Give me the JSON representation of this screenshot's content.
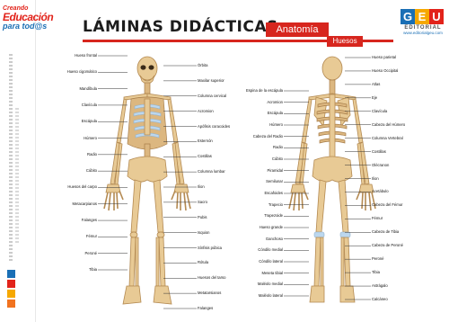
{
  "brand": {
    "line1": "Creando",
    "line2": "Educación",
    "line3": "para tod@s"
  },
  "header": {
    "title": "LÁMINAS DIDÁCTICAS",
    "category": "Anatomía",
    "subcategory": "Huesos"
  },
  "logo": {
    "letters": [
      "G",
      "E",
      "U"
    ],
    "editorial": "EDITORIAL",
    "web": "www.editorialgeu.com"
  },
  "colors": {
    "accent": "#d7261e",
    "brand_blue": "#1a6fb5",
    "bone": "#e8ca95",
    "cartilage": "#bcd7ee"
  },
  "front_labels_left": [
    "Hueso frontal",
    "Hueso cigomático",
    "Mandíbula",
    "Clavícula",
    "Escápula",
    "Húmero",
    "Radio",
    "Cúbito",
    "Huesos del carpo",
    "Metacarpianos",
    "Falanges",
    "Fémur",
    "Peroné",
    "Tibia"
  ],
  "front_labels_right": [
    "Órbita",
    "Maxilar superior",
    "Columna cervical",
    "Acromion",
    "Apófisis coracoides",
    "Esternón",
    "Costillas",
    "Columna lumbar",
    "Ilion",
    "Sacro",
    "Pubis",
    "Isquion",
    "Sínfisis púbica",
    "Rótula",
    "Huesos del tarso",
    "Metatarsianos",
    "Falanges"
  ],
  "back_labels_left": [
    "Espina de la escápula",
    "Acromion",
    "Escápula",
    "Húmero",
    "Cabeza del Radio",
    "Radio",
    "Cúbito",
    "Piramidal",
    "Semilunar",
    "Escafoides",
    "Trapecio",
    "Trapezoide",
    "Hueso grande",
    "Ganchoso",
    "Cóndilo medial",
    "Cóndilo lateral",
    "Meseta tibial",
    "Maléolo medial",
    "Maléolo lateral"
  ],
  "back_labels_right": [
    "Hueso parietal",
    "Hueso Occipital",
    "Atlas",
    "Eje",
    "Clavícula",
    "Cabeza del Húmero",
    "Columna Vertebral",
    "Costillas",
    "Olécranon",
    "Ilion",
    "Acetábulo",
    "Cabeza del Fémur",
    "Fémur",
    "Cabeza de Tibia",
    "Cabeza de Peroné",
    "Peroné",
    "Tibia",
    "Astrágalo",
    "Calcáneo"
  ]
}
